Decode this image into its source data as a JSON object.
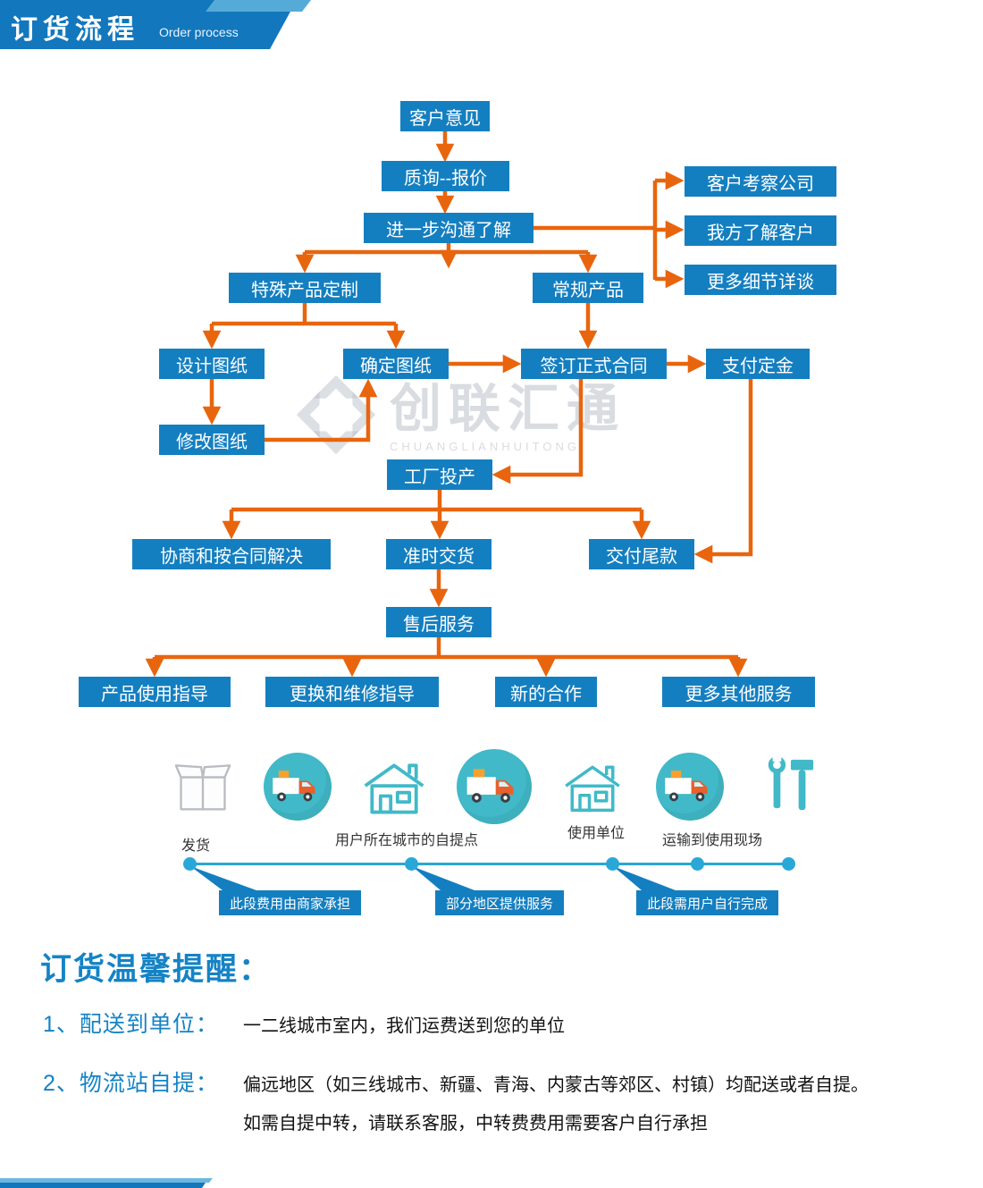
{
  "header": {
    "title": "订货流程",
    "subtitle": "Order process"
  },
  "watermark": {
    "name": "创联汇通",
    "latin": "CHUANGLIANHUITONG"
  },
  "flow": {
    "nodes": {
      "customer_opinion": "客户意见",
      "inquiry_quote": "质询--报价",
      "further_communication": "进一步沟通了解",
      "customer_visit_company": "客户考察公司",
      "we_know_customer": "我方了解客户",
      "more_details_talk": "更多细节详谈",
      "special_product_custom": "特殊产品定制",
      "regular_product": "常规产品",
      "design_drawing": "设计图纸",
      "confirm_drawing": "确定图纸",
      "sign_formal_contract": "签订正式合同",
      "pay_deposit": "支付定金",
      "modify_drawing": "修改图纸",
      "factory_production": "工厂投产",
      "negotiate_resolve": "协商和按合同解决",
      "on_time_delivery": "准时交货",
      "pay_balance": "交付尾款",
      "after_sales": "售后服务",
      "product_usage_guide": "产品使用指导",
      "replace_repair_guide": "更换和维修指导",
      "new_cooperation": "新的合作",
      "more_other_services": "更多其他服务"
    }
  },
  "logistics": {
    "labels": {
      "ship": "发货",
      "city_pickup": "用户所在城市的自提点",
      "use_unit": "使用单位",
      "transport_site": "运输到使用现场"
    },
    "ribbons": {
      "merchant_pays": "此段费用由商家承担",
      "partial_service": "部分地区提供服务",
      "user_completes": "此段需用户自行完成"
    }
  },
  "reminder": {
    "title": "订货温馨提醒：",
    "item1_label": "1、配送到单位：",
    "item1_text": "一二线城市室内，我们运费送到您的单位",
    "item2_label": "2、物流站自提：",
    "item2_text": "偏远地区（如三线城市、新疆、青海、内蒙古等郊区、村镇）均配送或者自提。",
    "item2_text2": "如需自提中转，请联系客服，中转费费用需要客户自行承担"
  },
  "colors": {
    "primary_blue": "#147fc0",
    "banner_blue": "#1277bd",
    "arrow_orange": "#e8650e",
    "teal": "#41b9c8",
    "timeline_blue": "#2aa6d3"
  }
}
